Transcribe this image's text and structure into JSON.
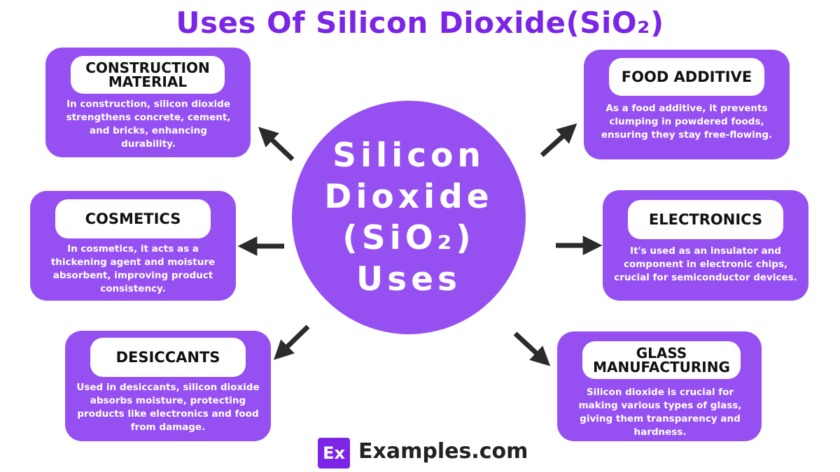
{
  "title": "Uses Of Silicon Dioxide(SiO₂)",
  "center": "Silicon\nDioxide\n(SiO₂)\nUses",
  "cards": {
    "construction": {
      "heading": "CONSTRUCTION MATERIAL",
      "text": "In construction, silicon dioxide strengthens concrete, cement, and bricks, enhancing durability."
    },
    "cosmetics": {
      "heading": "COSMETICS",
      "text": "In cosmetics, it acts as a thickening agent and moisture absorbent, improving product consistency."
    },
    "desiccants": {
      "heading": "DESICCANTS",
      "text": "Used in desiccants, silicon dioxide absorbs moisture, protecting products like electronics and food from damage."
    },
    "food": {
      "heading": "FOOD ADDITIVE",
      "text": "As a food additive, it prevents clumping in powdered foods, ensuring they stay free-flowing."
    },
    "electronics": {
      "heading": "ELECTRONICS",
      "text": "It's used as an insulator and component in electronic chips, crucial for semiconductor devices."
    },
    "glass": {
      "heading": "GLASS MANUFACTURING",
      "text": "Silicon dioxide is crucial for making various types of glass, giving them transparency and hardness."
    }
  },
  "logo": {
    "mark": "Ex",
    "text": "Examples.com"
  },
  "colors": {
    "accent": "#7b25e6",
    "card": "#9650f2",
    "arrow": "#2b2b2b"
  }
}
